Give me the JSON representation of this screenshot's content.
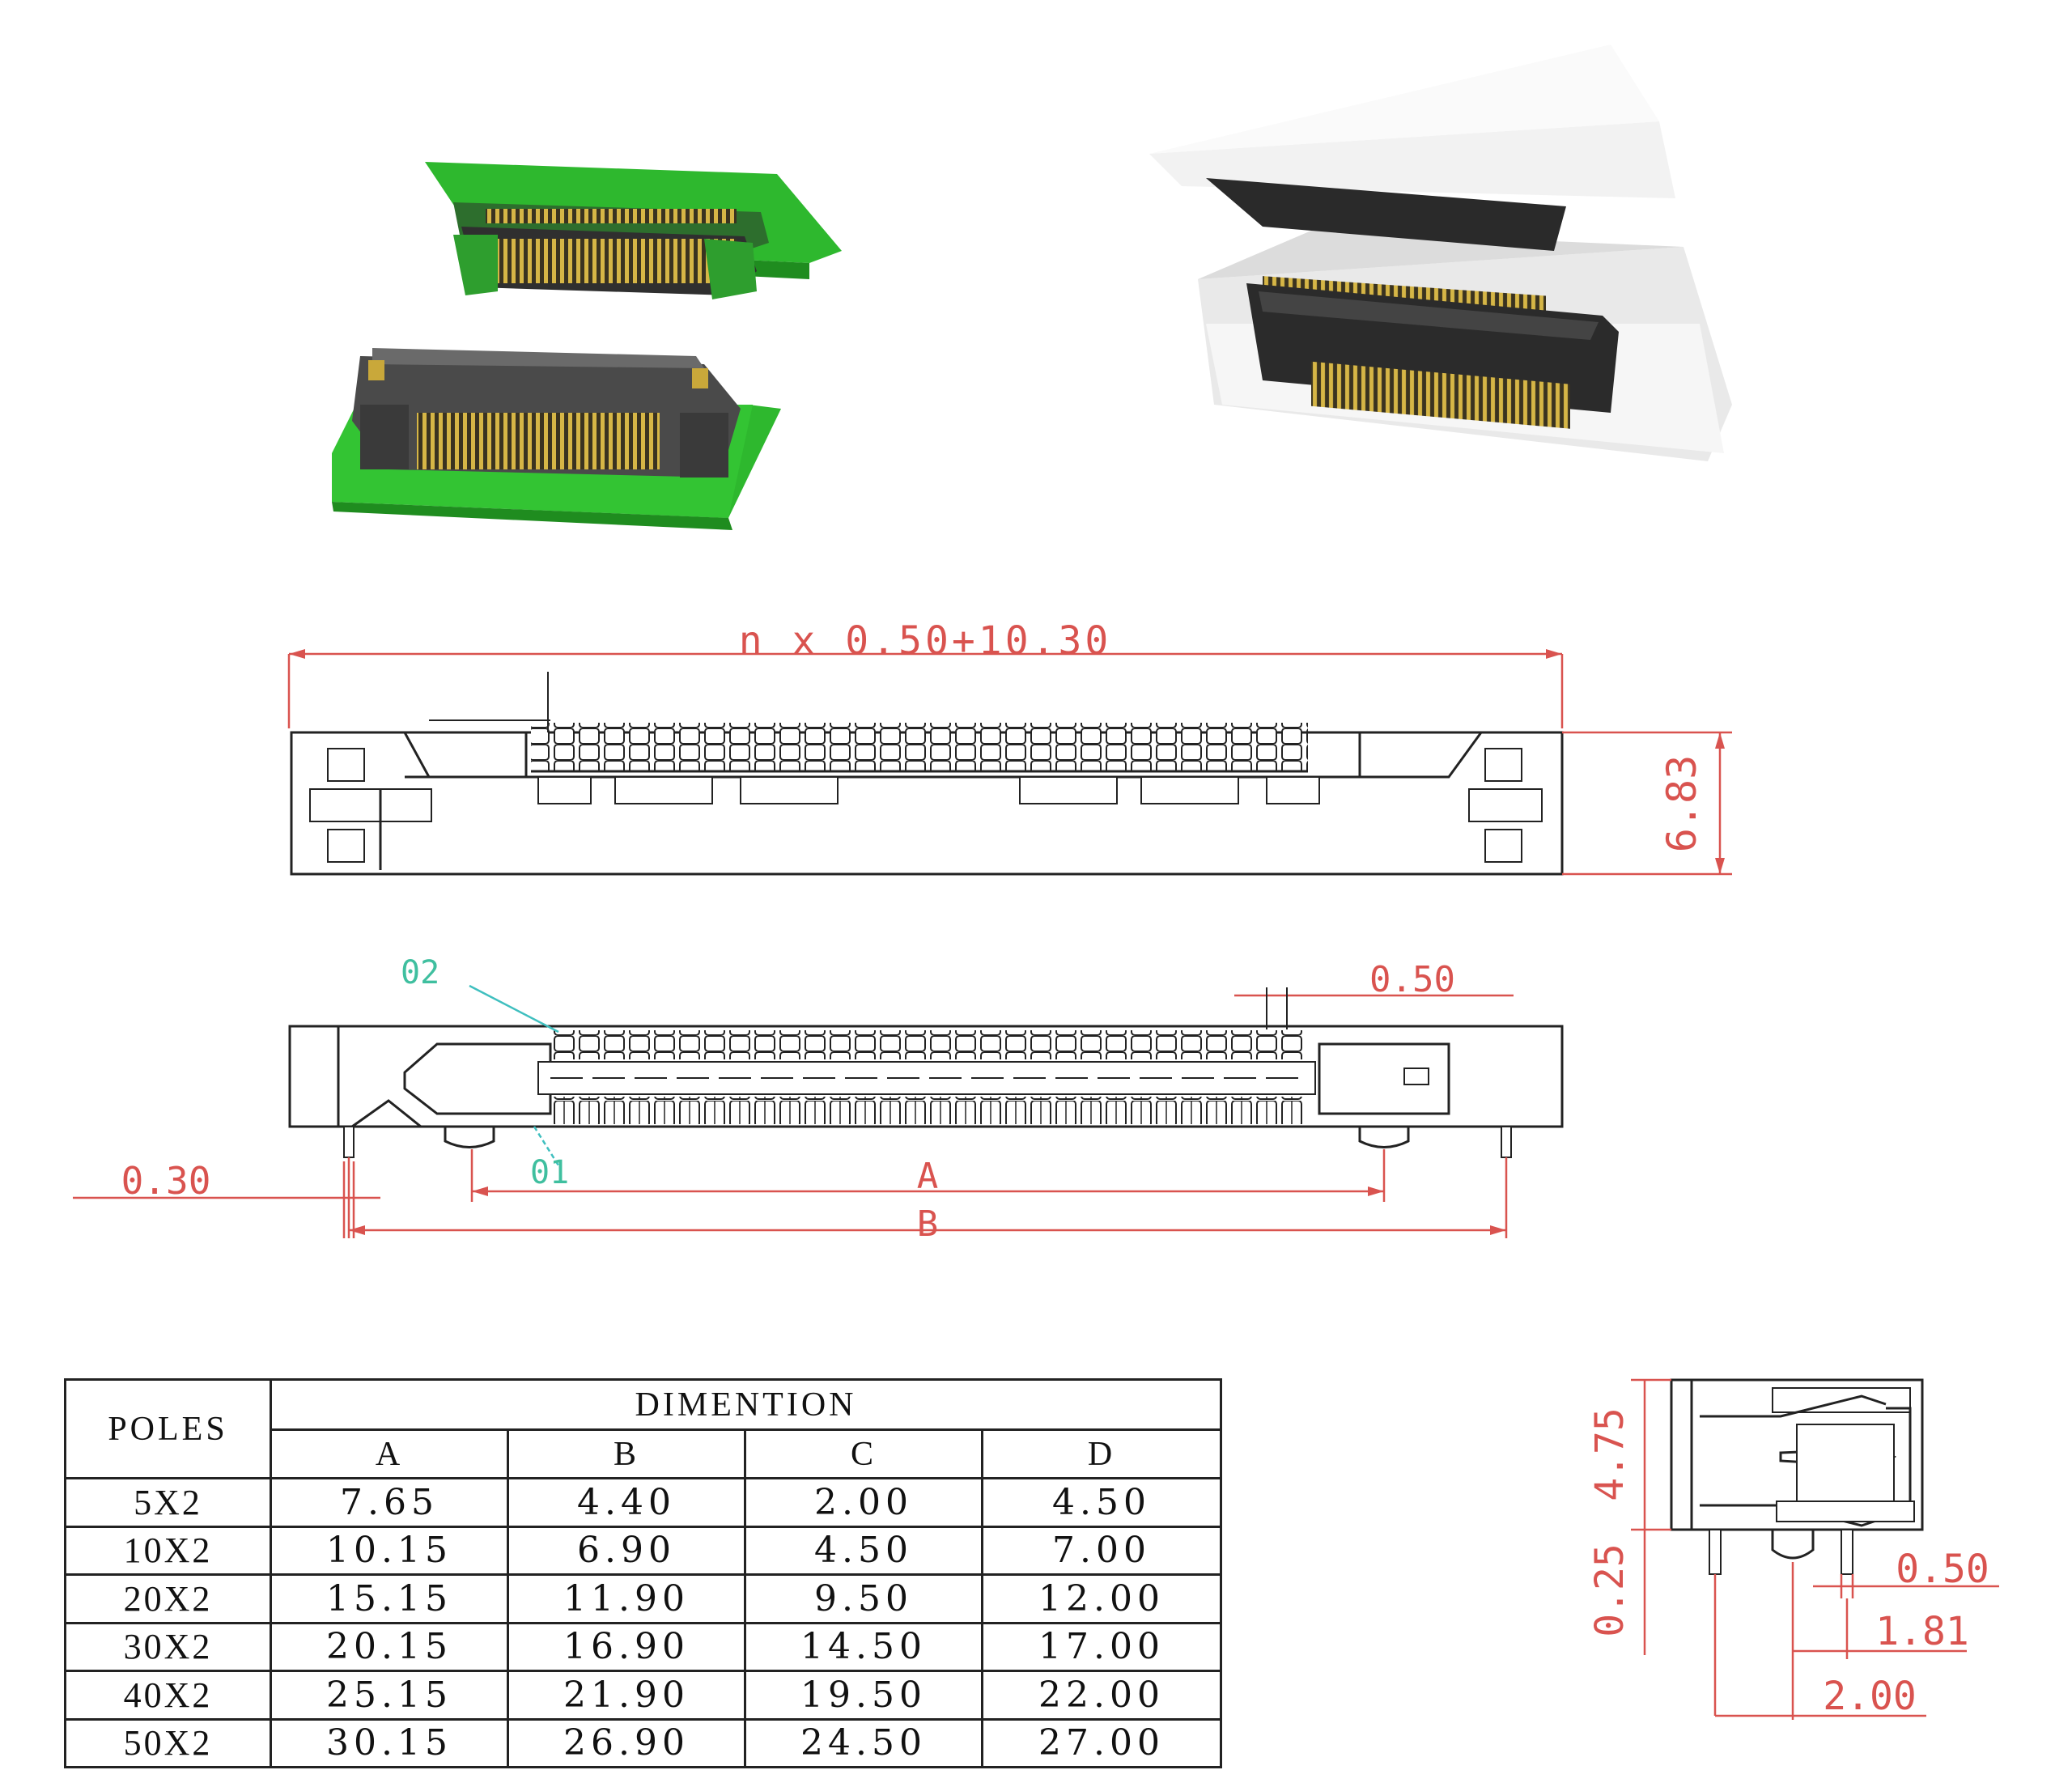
{
  "top_view": {
    "overall_dim": "n x 0.50+10.30",
    "height_dim": "6.83"
  },
  "bottom_view": {
    "pin_02": "02",
    "pin_01": "01",
    "pitch_dim": "0.50",
    "offset_dim": "0.30",
    "dim_a": "A",
    "dim_b": "B"
  },
  "side_view": {
    "height_dim": "4.75",
    "stand_dim": "0.25",
    "pin_width_dim": "0.50",
    "dim_181": "1.81",
    "dim_200": "2.00"
  },
  "table": {
    "poles_header": "POLES",
    "dimention_header": "DIMENTION",
    "col_a": "A",
    "col_b": "B",
    "col_c": "C",
    "col_d": "D",
    "rows": [
      {
        "poles": "5X2",
        "a": "7.65",
        "b": "4.40",
        "c": "2.00",
        "d": "4.50"
      },
      {
        "poles": "10X2",
        "a": "10.15",
        "b": "6.90",
        "c": "4.50",
        "d": "7.00"
      },
      {
        "poles": "20X2",
        "a": "15.15",
        "b": "11.90",
        "c": "9.50",
        "d": "12.00"
      },
      {
        "poles": "30X2",
        "a": "20.15",
        "b": "16.90",
        "c": "14.50",
        "d": "17.00"
      },
      {
        "poles": "40X2",
        "a": "25.15",
        "b": "21.90",
        "c": "19.50",
        "d": "22.00"
      },
      {
        "poles": "50X2",
        "a": "30.15",
        "b": "26.90",
        "c": "24.50",
        "d": "27.00"
      }
    ]
  },
  "colors": {
    "pcb_green": "#2eb82e",
    "housing_dark": "#2a2a2a",
    "contact_gold": "#c9a83a",
    "dimension_red": "#d9534f",
    "label_teal": "#3fbf9f"
  }
}
